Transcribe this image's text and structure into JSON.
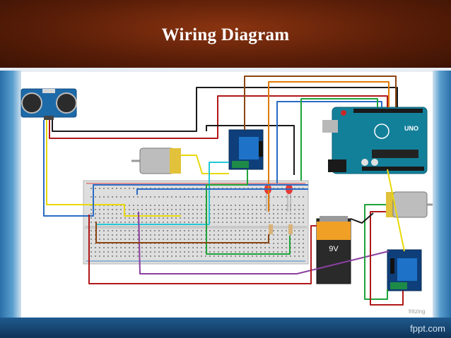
{
  "slide": {
    "title": "Wiring Diagram"
  },
  "diagram": {
    "arduino_brand": "UNO",
    "battery_label": "9V",
    "credit": "fritzing"
  },
  "footer": {
    "watermark": "fppt.com"
  }
}
